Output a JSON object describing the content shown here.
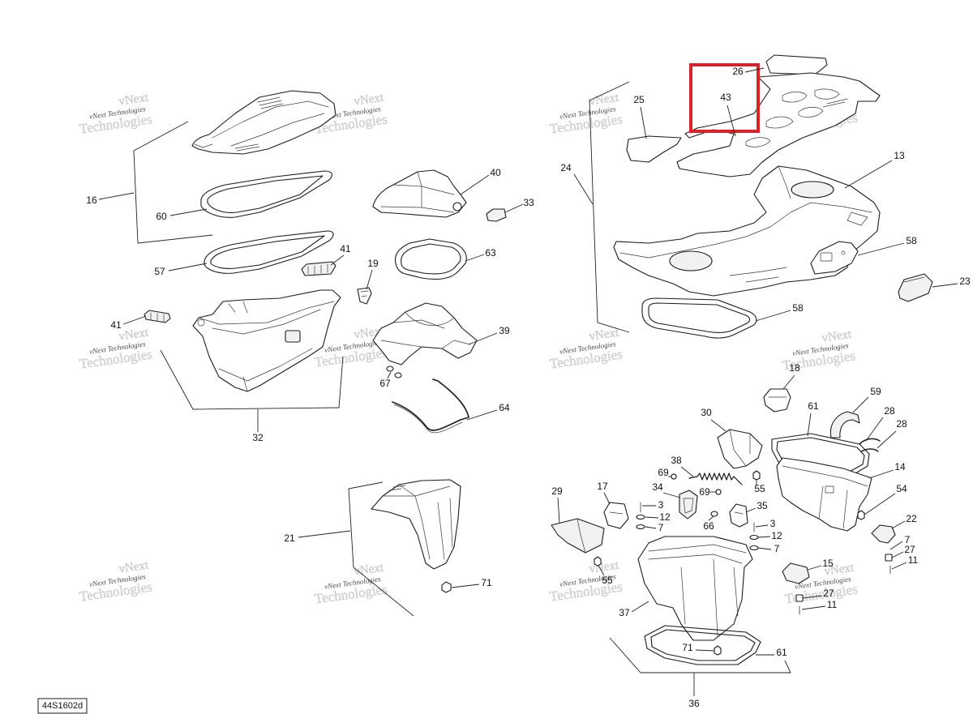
{
  "drawing_code": "44S1602d",
  "watermark": {
    "small": "vNext Technologies",
    "large_top": "vNext",
    "large_bottom": "Technologies"
  },
  "colors": {
    "highlight": "#d9232a",
    "line": "#1b1b1b"
  },
  "callouts": [
    "16",
    "60",
    "57",
    "41",
    "19",
    "41",
    "32",
    "40",
    "33",
    "63",
    "39",
    "67",
    "64",
    "21",
    "71",
    "26",
    "43",
    "25",
    "24",
    "13",
    "58",
    "23",
    "58",
    "18",
    "59",
    "30",
    "61",
    "28",
    "28",
    "38",
    "69",
    "14",
    "55",
    "69",
    "34",
    "17",
    "29",
    "54",
    "3",
    "35",
    "12",
    "7",
    "66",
    "3",
    "12",
    "22",
    "7",
    "7",
    "27",
    "11",
    "55",
    "15",
    "27",
    "11",
    "37",
    "71",
    "61",
    "36"
  ]
}
